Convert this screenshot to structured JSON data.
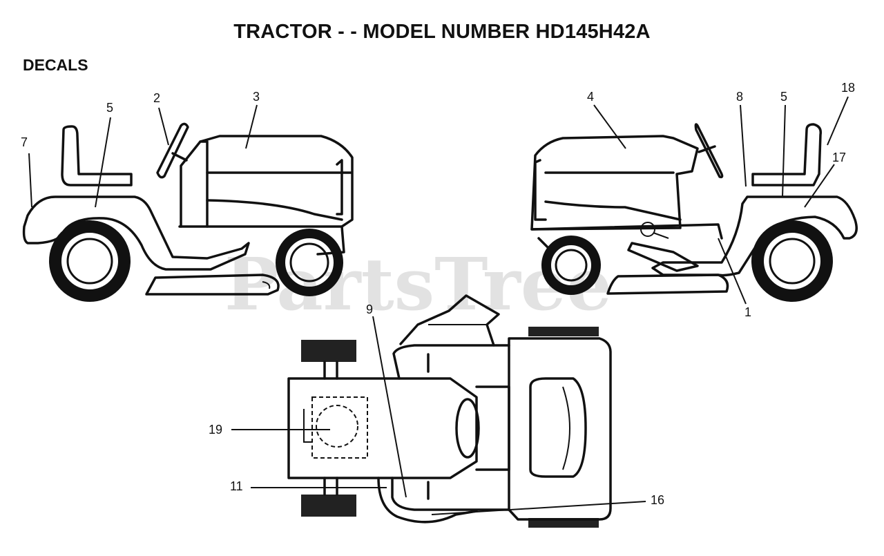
{
  "header": {
    "title": "TRACTOR - - MODEL NUMBER HD145H42A",
    "section": "DECALS"
  },
  "watermark": {
    "text": "PartsTree",
    "color": "#d4d4d4"
  },
  "callouts": {
    "left_view": [
      "7",
      "5",
      "2",
      "3"
    ],
    "right_view": [
      "4",
      "8",
      "5",
      "18",
      "17",
      "1"
    ],
    "top_view": [
      "9",
      "19",
      "11",
      "16"
    ]
  },
  "colors": {
    "line": "#111111",
    "background": "#ffffff"
  }
}
